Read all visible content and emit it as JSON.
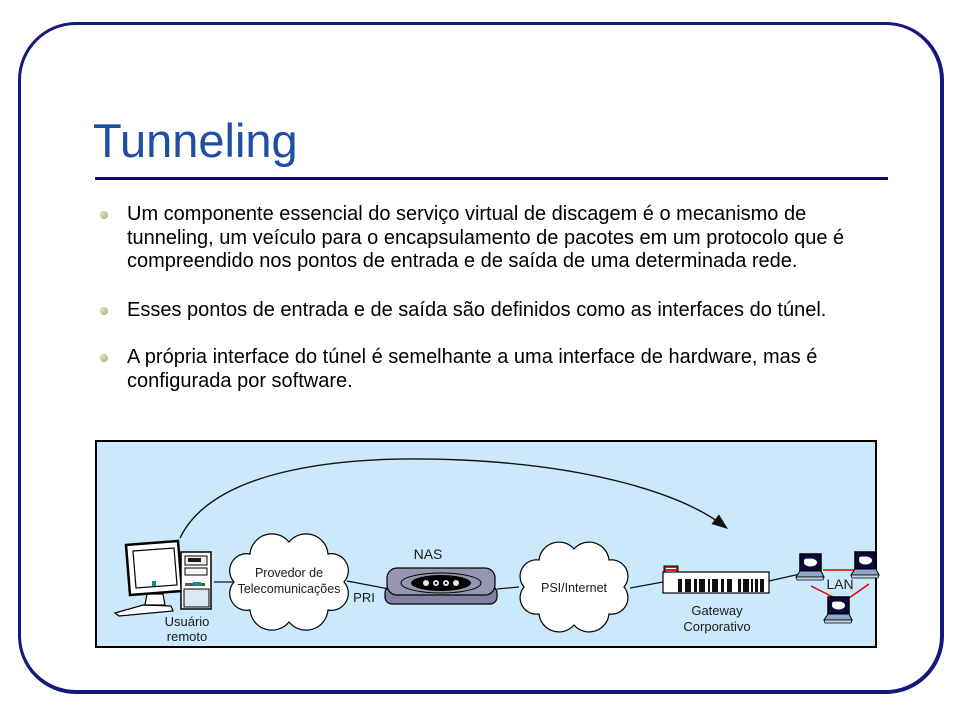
{
  "slide": {
    "title": "Tunneling",
    "bullets": [
      {
        "lines": [
          "Um componente essencial do serviço virtual de discagem é o mecanismo de",
          "tunneling, um veículo para o encapsulamento de pacotes em um protocolo que é",
          "compreendido nos pontos de entrada e de saída de uma determinada rede."
        ]
      },
      {
        "lines": [
          "Esses pontos de entrada e de saída são definidos como as interfaces do túnel."
        ]
      },
      {
        "lines": [
          "A própria interface do túnel é semelhante a uma interface de hardware, mas é",
          "configurada por software."
        ]
      }
    ],
    "colors": {
      "title_blue": "#1e4fa1",
      "frame_navy": "#18187c",
      "rule_navy": "#0a0a6e",
      "bullet_khaki": "#b5b587",
      "diagram_bg": "#cbe9fa",
      "lan_link_red": "#e60000"
    }
  },
  "diagram": {
    "labels": {
      "remote_user": [
        "Usuário",
        "remoto"
      ],
      "telecom_cloud": [
        "Provedor de",
        "Telecomunicações"
      ],
      "pri": "PRI",
      "nas": "NAS",
      "internet_cloud": "PSI/Internet",
      "gateway": [
        "Gateway",
        "Corporativo"
      ],
      "lan": "LAN"
    }
  }
}
